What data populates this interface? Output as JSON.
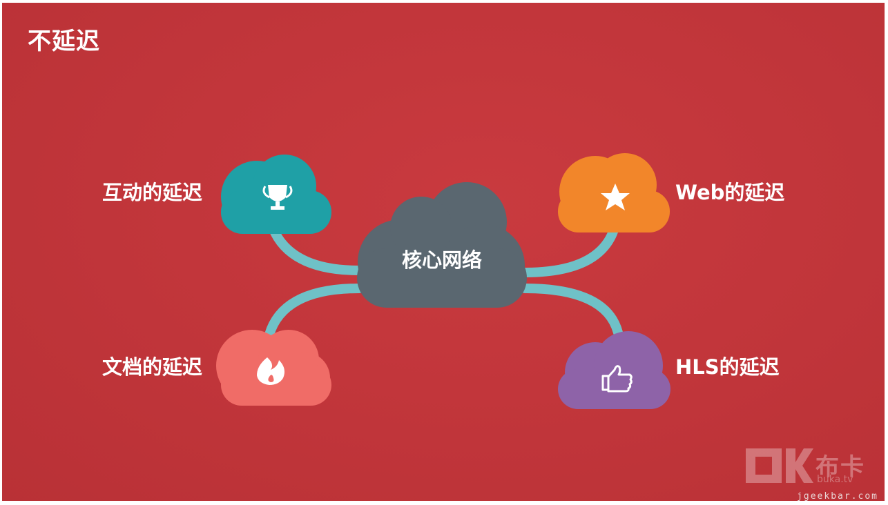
{
  "slide": {
    "title": "不延迟"
  },
  "diagram": {
    "center": {
      "label": "核心网络",
      "color": "#5a6770"
    },
    "connector_color": "#6fc1c7",
    "nodes": [
      {
        "id": "interactive",
        "label": "互动的延迟",
        "icon": "trophy-icon",
        "color": "#1fa0a6"
      },
      {
        "id": "web",
        "label": "Web的延迟",
        "icon": "star-icon",
        "color": "#f2862a"
      },
      {
        "id": "document",
        "label": "文档的延迟",
        "icon": "flame-icon",
        "color": "#f06c67"
      },
      {
        "id": "hls",
        "label": "HLS的延迟",
        "icon": "thumbs-up-icon",
        "color": "#8e63a8"
      }
    ]
  },
  "watermark": {
    "brand": "布卡",
    "brand_sub": "buka.tv",
    "site": "jgeekbar.com"
  },
  "colors": {
    "background": "#c2363b",
    "text": "#ffffff"
  }
}
